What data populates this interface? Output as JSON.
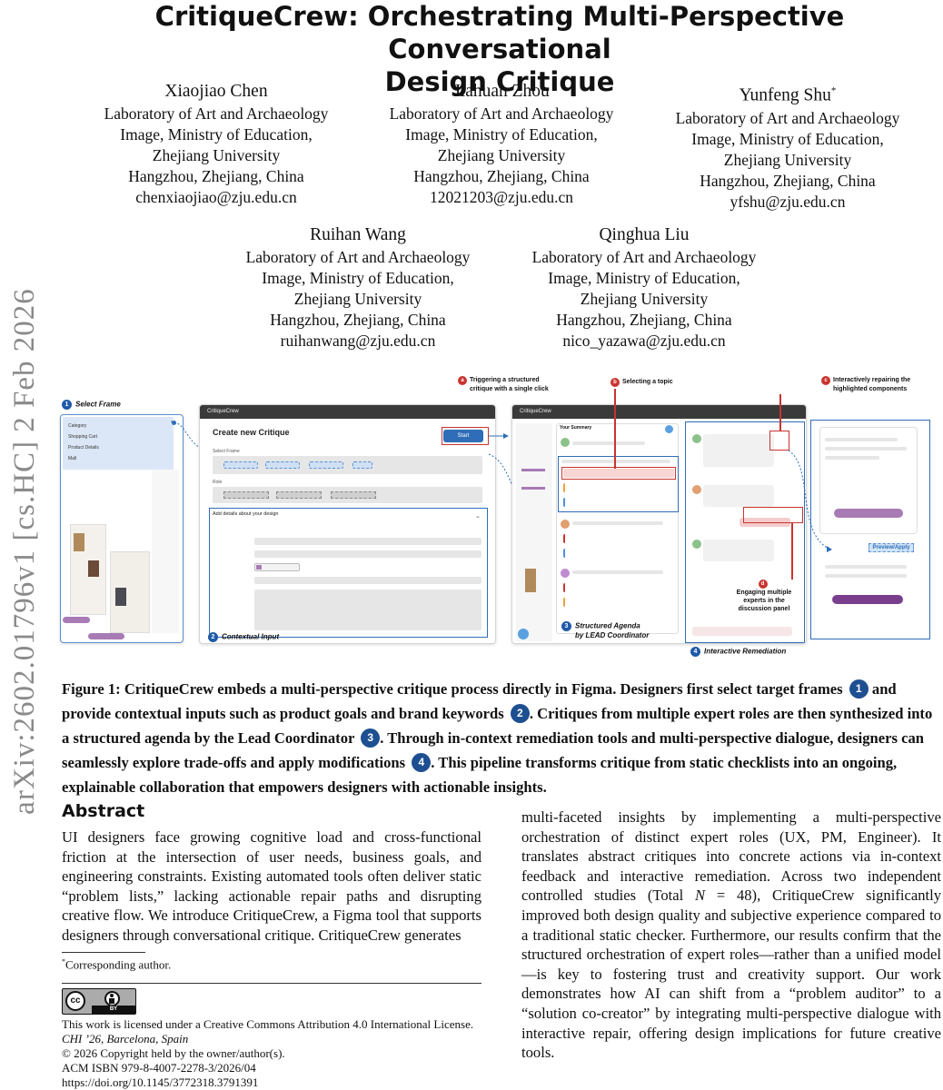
{
  "arxiv_id": "arXiv:2602.01796v1  [cs.HC]  2 Feb 2026",
  "title_line1": "CritiqueCrew: Orchestrating Multi-Perspective Conversational",
  "title_line2": "Design Critique",
  "authors": [
    {
      "name": "Xiaojiao Chen",
      "sup": "",
      "lines": [
        "Laboratory of Art and Archaeology",
        "Image, Ministry of Education,",
        "Zhejiang University",
        "Hangzhou, Zhejiang, China",
        "chenxiaojiao@zju.edu.cn"
      ]
    },
    {
      "name": "Jiahuan Zhou",
      "sup": "",
      "lines": [
        "Laboratory of Art and Archaeology",
        "Image, Ministry of Education,",
        "Zhejiang University",
        "Hangzhou, Zhejiang, China",
        "12021203@zju.edu.cn"
      ]
    },
    {
      "name": "Yunfeng Shu",
      "sup": "*",
      "lines": [
        "Laboratory of Art and Archaeology",
        "Image, Ministry of Education,",
        "Zhejiang University",
        "Hangzhou, Zhejiang, China",
        "yfshu@zju.edu.cn"
      ]
    },
    {
      "name": "Ruihan Wang",
      "sup": "",
      "lines": [
        "Laboratory of Art and Archaeology",
        "Image, Ministry of Education,",
        "Zhejiang University",
        "Hangzhou, Zhejiang, China",
        "ruihanwang@zju.edu.cn"
      ]
    },
    {
      "name": "Qinghua Liu",
      "sup": "",
      "lines": [
        "Laboratory of Art and Archaeology",
        "Image, Ministry of Education,",
        "Zhejiang University",
        "Hangzhou, Zhejiang, China",
        "nico_yazawa@zju.edu.cn"
      ]
    }
  ],
  "figure": {
    "labels": {
      "select_frame": "Select Frame",
      "contextual_input": "Contextual Input",
      "structured_agenda_1": "Structured Agenda",
      "structured_agenda_2": "by LEAD Coordinator",
      "interactive_remediation": "Interactive Remediation"
    },
    "step_numbers": [
      "1",
      "2",
      "3",
      "4"
    ],
    "callouts": {
      "a_letter": "a",
      "a_1": "Triggering a structured",
      "a_2": "critique with a single click",
      "b_letter": "b",
      "b_1": "Selecting a topic",
      "c_letter": "c",
      "c_1": "Interactively repairing the",
      "c_2": "highlighted components",
      "d_letter": "d",
      "d_1": "Engaging multiple",
      "d_2": "experts  in the",
      "d_3": "discussion panel"
    },
    "panel_titles": {
      "p2": "CritiqueCrew",
      "p3": "CritiqueCrew"
    },
    "p2_heading": "Create new Critique",
    "p2_start": "Start",
    "p2_select_frame": "Select Frame",
    "p2_role": "Role",
    "p2_add_details": "Add details about your design",
    "p3_agenda": "Your Summary",
    "preview_apply": "Preview/Apply",
    "frame_items": [
      "Category",
      "Shopping Cart",
      "Product Details",
      "Mall"
    ]
  },
  "caption": {
    "lead": "Figure 1: CritiqueCrew embeds a multi-perspective critique process directly in Figma. Designers first select target frames",
    "s1": "1",
    "p2": "and provide contextual inputs such as product goals and brand keywords",
    "s2": "2",
    "p3": ". Critiques from multiple expert roles are then synthesized into a structured agenda by the Lead Coordinator",
    "s3": "3",
    "p4": ". Through in-context remediation tools and multi-perspective dialogue, designers can seamlessly explore trade-offs and apply modifications",
    "s4": "4",
    "p5": ". This pipeline transforms critique from static checklists into an ongoing, explainable collaboration that empowers designers with actionable insights."
  },
  "abstract": {
    "heading": "Abstract",
    "left": "UI designers face growing cognitive load and cross-functional friction at the intersection of user needs, business goals, and engineering constraints. Existing automated tools often deliver static “problem lists,” lacking actionable repair paths and disrupting creative flow. We introduce CritiqueCrew, a Figma tool that supports designers through conversational critique. CritiqueCrew generates",
    "right_1": "multi-faceted insights by implementing a multi-perspective orchestration of distinct expert roles (UX, PM, Engineer). It translates abstract critiques into concrete actions via in-context feedback and interactive remediation. Across two independent controlled studies (Total ",
    "right_n": "N",
    "right_2": " = 48), CritiqueCrew significantly improved both design quality and subjective experience compared to a traditional static checker. Furthermore, our results confirm that the structured orchestration of expert roles—rather than a unified model—is key to fostering trust and creativity support. Our work demonstrates how AI can shift from a “problem auditor” to a “solution co-creator” by integrating multi-perspective dialogue with interactive repair, offering design implications for future creative tools."
  },
  "footnote": {
    "mark": "*",
    "text": "Corresponding author."
  },
  "license": {
    "cc_label": "BY",
    "cc_c": "cc",
    "line1": "This work is licensed under a Creative Commons Attribution 4.0 International License.",
    "line2": "CHI ’26, Barcelona, Spain",
    "line3": "© 2026 Copyright held by the owner/author(s).",
    "line4": "ACM ISBN 979-8-4007-2278-3/2026/04",
    "line5": "https://doi.org/10.1145/3772318.3791391"
  }
}
